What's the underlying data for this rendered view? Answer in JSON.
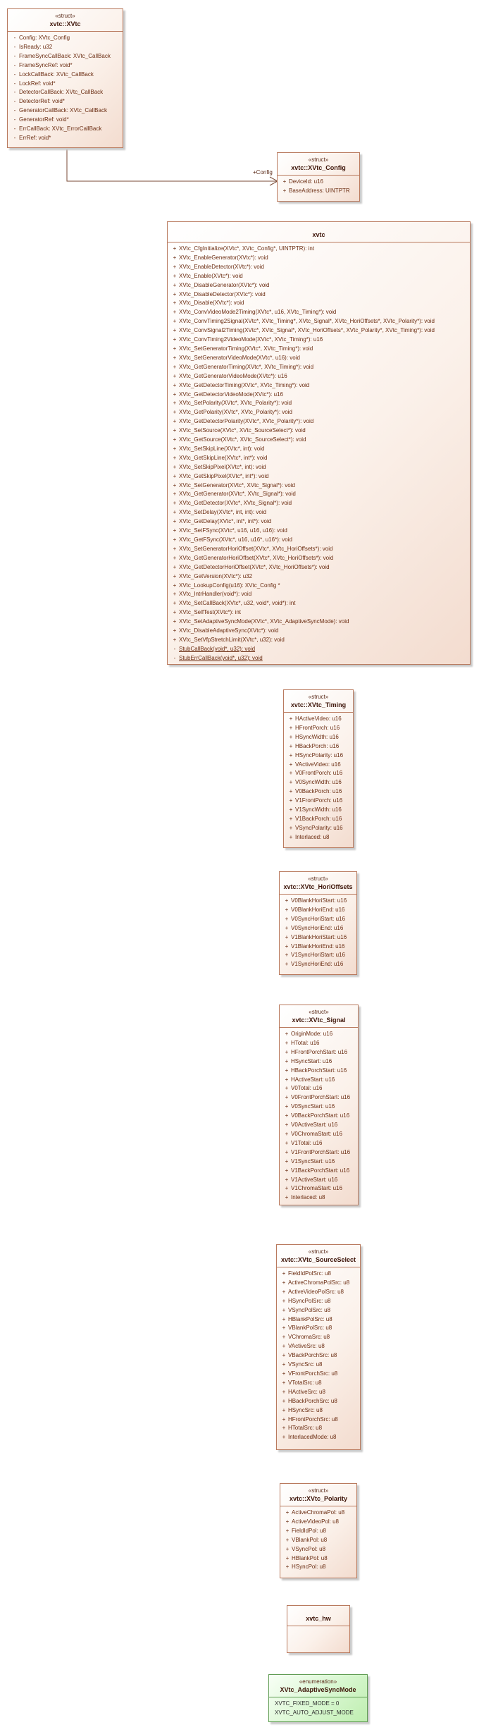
{
  "classes": [
    {
      "id": "xvtc-struct",
      "stereotype": "«struct»",
      "name": "xvtc::XVtc",
      "members": [
        {
          "vis": "-",
          "text": "Config: XVtc_Config"
        },
        {
          "vis": "-",
          "text": "IsReady: u32"
        },
        {
          "vis": "-",
          "text": "FrameSyncCallBack: XVtc_CallBack"
        },
        {
          "vis": "-",
          "text": "FrameSyncRef: void*"
        },
        {
          "vis": "-",
          "text": "LockCallBack: XVtc_CallBack"
        },
        {
          "vis": "-",
          "text": "LockRef: void*"
        },
        {
          "vis": "-",
          "text": "DetectorCallBack: XVtc_CallBack"
        },
        {
          "vis": "-",
          "text": "DetectorRef: void*"
        },
        {
          "vis": "-",
          "text": "GeneratorCallBack: XVtc_CallBack"
        },
        {
          "vis": "-",
          "text": "GeneratorRef: void*"
        },
        {
          "vis": "-",
          "text": "ErrCallBack: XVtc_ErrorCallBack"
        },
        {
          "vis": "-",
          "text": "ErrRef: void*"
        }
      ]
    },
    {
      "id": "config",
      "stereotype": "«struct»",
      "name": "xvtc::XVtc_Config",
      "members": [
        {
          "vis": "+",
          "text": "DeviceId: u16"
        },
        {
          "vis": "+",
          "text": "BaseAddress: UINTPTR"
        }
      ]
    },
    {
      "id": "xvtc-module",
      "stereotype": "",
      "name": "xvtc",
      "members": [
        {
          "vis": "+",
          "text": "XVtc_CfgInitialize(XVtc*, XVtc_Config*, UINTPTR): int"
        },
        {
          "vis": "+",
          "text": "XVtc_EnableGenerator(XVtc*): void"
        },
        {
          "vis": "+",
          "text": "XVtc_EnableDetector(XVtc*): void"
        },
        {
          "vis": "+",
          "text": "XVtc_Enable(XVtc*): void"
        },
        {
          "vis": "+",
          "text": "XVtc_DisableGenerator(XVtc*): void"
        },
        {
          "vis": "+",
          "text": "XVtc_DisableDetector(XVtc*): void"
        },
        {
          "vis": "+",
          "text": "XVtc_Disable(XVtc*): void"
        },
        {
          "vis": "+",
          "text": "XVtc_ConvVideoMode2Timing(XVtc*, u16, XVtc_Timing*): void"
        },
        {
          "vis": "+",
          "text": "XVtc_ConvTiming2Signal(XVtc*, XVtc_Timing*, XVtc_Signal*, XVtc_HoriOffsets*, XVtc_Polarity*): void"
        },
        {
          "vis": "+",
          "text": "XVtc_ConvSignal2Timing(XVtc*, XVtc_Signal*, XVtc_HoriOffsets*, XVtc_Polarity*, XVtc_Timing*): void"
        },
        {
          "vis": "+",
          "text": "XVtc_ConvTiming2VideoMode(XVtc*, XVtc_Timing*): u16"
        },
        {
          "vis": "+",
          "text": "XVtc_SetGeneratorTiming(XVtc*, XVtc_Timing*): void"
        },
        {
          "vis": "+",
          "text": "XVtc_SetGeneratorVideoMode(XVtc*, u16): void"
        },
        {
          "vis": "+",
          "text": "XVtc_GetGeneratorTiming(XVtc*, XVtc_Timing*): void"
        },
        {
          "vis": "+",
          "text": "XVtc_GetGeneratorVideoMode(XVtc*): u16"
        },
        {
          "vis": "+",
          "text": "XVtc_GetDetectorTiming(XVtc*, XVtc_Timing*): void"
        },
        {
          "vis": "+",
          "text": "XVtc_GetDetectorVideoMode(XVtc*): u16"
        },
        {
          "vis": "+",
          "text": "XVtc_SetPolarity(XVtc*, XVtc_Polarity*): void"
        },
        {
          "vis": "+",
          "text": "XVtc_GetPolarity(XVtc*, XVtc_Polarity*): void"
        },
        {
          "vis": "+",
          "text": "XVtc_GetDetectorPolarity(XVtc*, XVtc_Polarity*): void"
        },
        {
          "vis": "+",
          "text": "XVtc_SetSource(XVtc*, XVtc_SourceSelect*): void"
        },
        {
          "vis": "+",
          "text": "XVtc_GetSource(XVtc*, XVtc_SourceSelect*): void"
        },
        {
          "vis": "+",
          "text": "XVtc_SetSkipLine(XVtc*, int): void"
        },
        {
          "vis": "+",
          "text": "XVtc_GetSkipLine(XVtc*, int*): void"
        },
        {
          "vis": "+",
          "text": "XVtc_SetSkipPixel(XVtc*, int): void"
        },
        {
          "vis": "+",
          "text": "XVtc_GetSkipPixel(XVtc*, int*): void"
        },
        {
          "vis": "+",
          "text": "XVtc_SetGenerator(XVtc*, XVtc_Signal*): void"
        },
        {
          "vis": "+",
          "text": "XVtc_GetGenerator(XVtc*, XVtc_Signal*): void"
        },
        {
          "vis": "+",
          "text": "XVtc_GetDetector(XVtc*, XVtc_Signal*): void"
        },
        {
          "vis": "+",
          "text": "XVtc_SetDelay(XVtc*, int, int): void"
        },
        {
          "vis": "+",
          "text": "XVtc_GetDelay(XVtc*, int*, int*): void"
        },
        {
          "vis": "+",
          "text": "XVtc_SetFSync(XVtc*, u16, u16, u16): void"
        },
        {
          "vis": "+",
          "text": "XVtc_GetFSync(XVtc*, u16, u16*, u16*): void"
        },
        {
          "vis": "+",
          "text": "XVtc_SetGeneratorHoriOffset(XVtc*, XVtc_HoriOffsets*): void"
        },
        {
          "vis": "+",
          "text": "XVtc_GetGeneratorHoriOffset(XVtc*, XVtc_HoriOffsets*): void"
        },
        {
          "vis": "+",
          "text": "XVtc_GetDetectorHoriOffset(XVtc*, XVtc_HoriOffsets*): void"
        },
        {
          "vis": "+",
          "text": "XVtc_GetVersion(XVtc*): u32"
        },
        {
          "vis": "+",
          "text": "XVtc_LookupConfig(u16): XVtc_Config *"
        },
        {
          "vis": "+",
          "text": "XVtc_IntrHandler(void*): void"
        },
        {
          "vis": "+",
          "text": "XVtc_SetCallBack(XVtc*, u32, void*, void*): int"
        },
        {
          "vis": "+",
          "text": "XVtc_SelfTest(XVtc*): int"
        },
        {
          "vis": "+",
          "text": "XVtc_SetAdaptiveSyncMode(XVtc*, XVtc_AdaptiveSyncMode): void"
        },
        {
          "vis": "+",
          "text": "XVtc_DisableAdaptiveSync(XVtc*): void"
        },
        {
          "vis": "+",
          "text": "XVtc_SetVfpStretchLimit(XVtc*, u32): void"
        },
        {
          "vis": "-",
          "text": "StubCallBack(void*, u32): void",
          "underline": true
        },
        {
          "vis": "-",
          "text": "StubErrCallBack(void*, u32): void",
          "underline": true
        }
      ]
    },
    {
      "id": "timing",
      "stereotype": "«struct»",
      "name": "xvtc::XVtc_Timing",
      "members": [
        {
          "vis": "+",
          "text": "HActiveVideo: u16"
        },
        {
          "vis": "+",
          "text": "HFrontPorch: u16"
        },
        {
          "vis": "+",
          "text": "HSyncWidth: u16"
        },
        {
          "vis": "+",
          "text": "HBackPorch: u16"
        },
        {
          "vis": "+",
          "text": "HSyncPolarity: u16"
        },
        {
          "vis": "+",
          "text": "VActiveVideo: u16"
        },
        {
          "vis": "+",
          "text": "V0FrontPorch: u16"
        },
        {
          "vis": "+",
          "text": "V0SyncWidth: u16"
        },
        {
          "vis": "+",
          "text": "V0BackPorch: u16"
        },
        {
          "vis": "+",
          "text": "V1FrontPorch: u16"
        },
        {
          "vis": "+",
          "text": "V1SyncWidth: u16"
        },
        {
          "vis": "+",
          "text": "V1BackPorch: u16"
        },
        {
          "vis": "+",
          "text": "VSyncPolarity: u16"
        },
        {
          "vis": "+",
          "text": "Interlaced: u8"
        }
      ]
    },
    {
      "id": "horioffsets",
      "stereotype": "«struct»",
      "name": "xvtc::XVtc_HoriOffsets",
      "members": [
        {
          "vis": "+",
          "text": "V0BlankHoriStart: u16"
        },
        {
          "vis": "+",
          "text": "V0BlankHoriEnd: u16"
        },
        {
          "vis": "+",
          "text": "V0SyncHoriStart: u16"
        },
        {
          "vis": "+",
          "text": "V0SyncHoriEnd: u16"
        },
        {
          "vis": "+",
          "text": "V1BlankHoriStart: u16"
        },
        {
          "vis": "+",
          "text": "V1BlankHoriEnd: u16"
        },
        {
          "vis": "+",
          "text": "V1SyncHoriStart: u16"
        },
        {
          "vis": "+",
          "text": "V1SyncHoriEnd: u16"
        }
      ]
    },
    {
      "id": "signal",
      "stereotype": "«struct»",
      "name": "xvtc::XVtc_Signal",
      "members": [
        {
          "vis": "+",
          "text": "OriginMode: u16"
        },
        {
          "vis": "+",
          "text": "HTotal: u16"
        },
        {
          "vis": "+",
          "text": "HFrontPorchStart: u16"
        },
        {
          "vis": "+",
          "text": "HSyncStart: u16"
        },
        {
          "vis": "+",
          "text": "HBackPorchStart: u16"
        },
        {
          "vis": "+",
          "text": "HActiveStart: u16"
        },
        {
          "vis": "+",
          "text": "V0Total: u16"
        },
        {
          "vis": "+",
          "text": "V0FrontPorchStart: u16"
        },
        {
          "vis": "+",
          "text": "V0SyncStart: u16"
        },
        {
          "vis": "+",
          "text": "V0BackPorchStart: u16"
        },
        {
          "vis": "+",
          "text": "V0ActiveStart: u16"
        },
        {
          "vis": "+",
          "text": "V0ChromaStart: u16"
        },
        {
          "vis": "+",
          "text": "V1Total: u16"
        },
        {
          "vis": "+",
          "text": "V1FrontPorchStart: u16"
        },
        {
          "vis": "+",
          "text": "V1SyncStart: u16"
        },
        {
          "vis": "+",
          "text": "V1BackPorchStart: u16"
        },
        {
          "vis": "+",
          "text": "V1ActiveStart: u16"
        },
        {
          "vis": "+",
          "text": "V1ChromaStart: u16"
        },
        {
          "vis": "+",
          "text": "Interlaced: u8"
        }
      ]
    },
    {
      "id": "sourceselect",
      "stereotype": "«struct»",
      "name": "xvtc::XVtc_SourceSelect",
      "members": [
        {
          "vis": "+",
          "text": "FieldIdPolSrc: u8"
        },
        {
          "vis": "+",
          "text": "ActiveChromaPolSrc: u8"
        },
        {
          "vis": "+",
          "text": "ActiveVideoPolSrc: u8"
        },
        {
          "vis": "+",
          "text": "HSyncPolSrc: u8"
        },
        {
          "vis": "+",
          "text": "VSyncPolSrc: u8"
        },
        {
          "vis": "+",
          "text": "HBlankPolSrc: u8"
        },
        {
          "vis": "+",
          "text": "VBlankPolSrc: u8"
        },
        {
          "vis": "+",
          "text": "VChromaSrc: u8"
        },
        {
          "vis": "+",
          "text": "VActiveSrc: u8"
        },
        {
          "vis": "+",
          "text": "VBackPorchSrc: u8"
        },
        {
          "vis": "+",
          "text": "VSyncSrc: u8"
        },
        {
          "vis": "+",
          "text": "VFrontPorchSrc: u8"
        },
        {
          "vis": "+",
          "text": "VTotalSrc: u8"
        },
        {
          "vis": "+",
          "text": "HActiveSrc: u8"
        },
        {
          "vis": "+",
          "text": "HBackPorchSrc: u8"
        },
        {
          "vis": "+",
          "text": "HSyncSrc: u8"
        },
        {
          "vis": "+",
          "text": "HFrontPorchSrc: u8"
        },
        {
          "vis": "+",
          "text": "HTotalSrc: u8"
        },
        {
          "vis": "+",
          "text": "InterlacedMode: u8"
        }
      ]
    },
    {
      "id": "polarity",
      "stereotype": "«struct»",
      "name": "xvtc::XVtc_Polarity",
      "members": [
        {
          "vis": "+",
          "text": "ActiveChromaPol: u8"
        },
        {
          "vis": "+",
          "text": "ActiveVideoPol: u8"
        },
        {
          "vis": "+",
          "text": "FieldIdPol: u8"
        },
        {
          "vis": "+",
          "text": "VBlankPol: u8"
        },
        {
          "vis": "+",
          "text": "VSyncPol: u8"
        },
        {
          "vis": "+",
          "text": "HBlankPol: u8"
        },
        {
          "vis": "+",
          "text": "HSyncPol: u8"
        }
      ]
    },
    {
      "id": "hw",
      "stereotype": "",
      "name": "xvtc_hw",
      "members": []
    },
    {
      "id": "adaptive",
      "stereotype": "«enumeration»",
      "name": "XVtc_AdaptiveSyncMode",
      "enum": true,
      "members": [
        {
          "vis": "",
          "text": "XVTC_FIXED_MODE = 0"
        },
        {
          "vis": "",
          "text": "XVTC_AUTO_ADJUST_MODE"
        }
      ]
    }
  ],
  "connector": {
    "label": "+Config"
  }
}
